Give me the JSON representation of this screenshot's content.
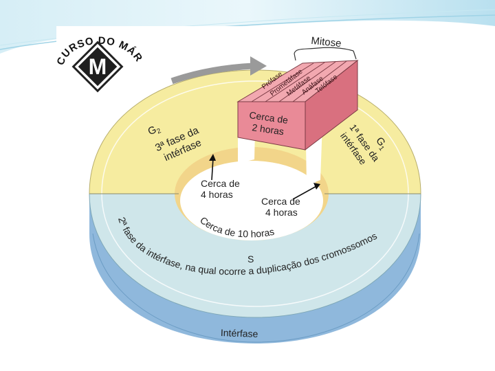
{
  "logo": {
    "arc_text": "CURSO DO MÁRIO",
    "letter": "M"
  },
  "diagram": {
    "mitosis_title": "Mitose",
    "mitosis_phases": [
      "Prófase",
      "Prometáfase",
      "Metáfase",
      "Anáfase",
      "Telófase"
    ],
    "mitosis_duration": [
      "Cerca de",
      "2 horas"
    ],
    "g2_label": "G",
    "g2_sub": "2",
    "g2_desc": [
      "3ª fase da",
      "intérfase"
    ],
    "g1_label": "G",
    "g1_sub": "1",
    "g1_desc": [
      "1ª fase da",
      "intérfase"
    ],
    "g2_duration": [
      "Cerca de",
      "4 horas"
    ],
    "g1_duration": [
      "Cerca de",
      "4 horas"
    ],
    "s_duration": "Cerca de 10 horas",
    "s_desc": "2ª fase da intérfase, na qual ocorre a duplicação dos cromossomos",
    "s_label": "S",
    "interphase_label": "Intérfase"
  },
  "colors": {
    "g_phase": "#f6eca0",
    "s_phase": "#cfe6ea",
    "side_band": "#8fb8dc",
    "mitosis_box": "#e98a97",
    "arrow": "#9a9a9a"
  }
}
